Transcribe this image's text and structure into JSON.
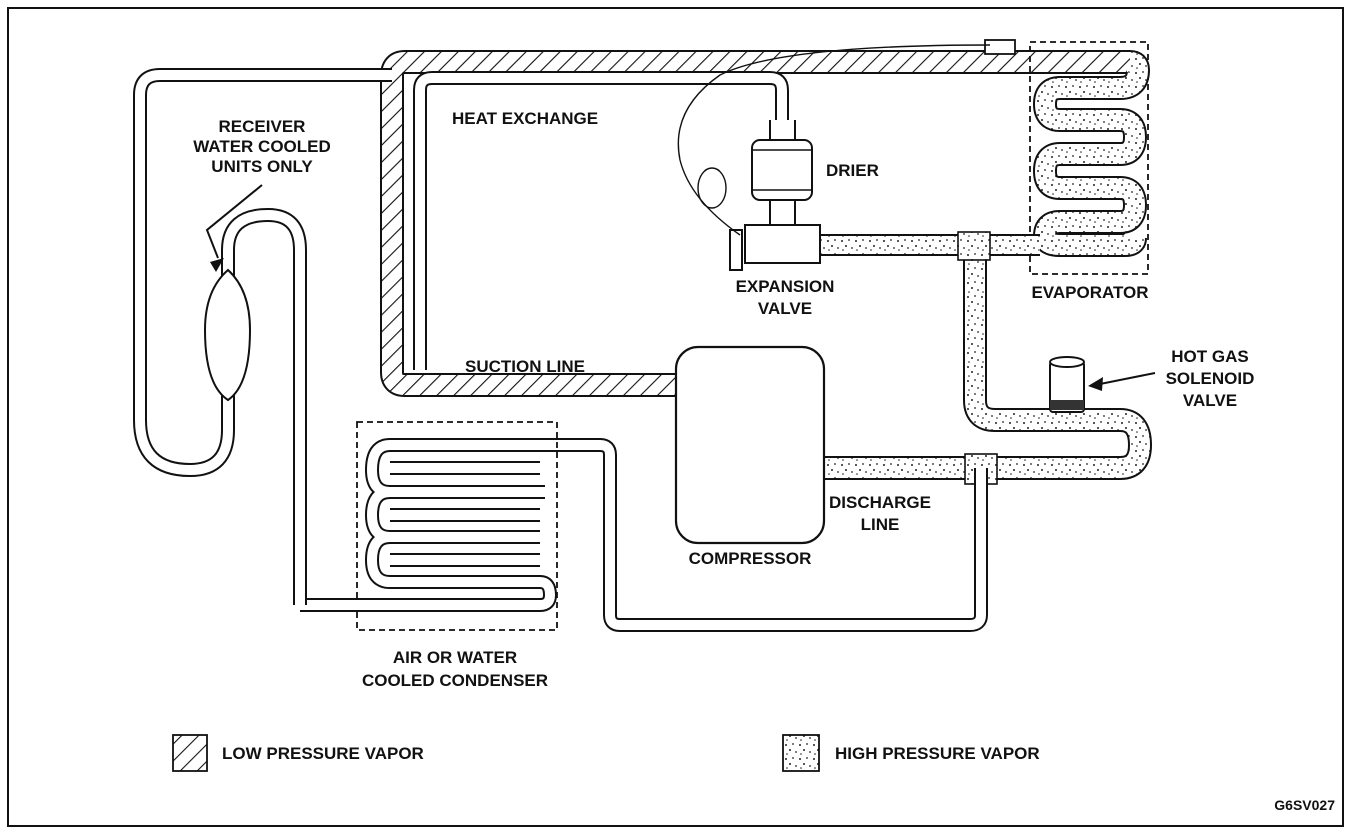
{
  "labels": {
    "receiver": [
      "RECEIVER",
      "WATER COOLED",
      "UNITS ONLY"
    ],
    "heat_exchange": "HEAT EXCHANGE",
    "drier": "DRIER",
    "expansion_valve": [
      "EXPANSION",
      "VALVE"
    ],
    "evaporator": "EVAPORATOR",
    "hot_gas_solenoid_valve": [
      "HOT GAS",
      "SOLENOID",
      "VALVE"
    ],
    "suction_line": "SUCTION LINE",
    "discharge_line": [
      "DISCHARGE",
      "LINE"
    ],
    "compressor": "COMPRESSOR",
    "condenser": [
      "AIR OR WATER",
      "COOLED CONDENSER"
    ],
    "figure_code": "G6SV027"
  },
  "legend": [
    {
      "label": "LOW PRESSURE VAPOR",
      "pattern": "hatch"
    },
    {
      "label": "HIGH PRESSURE VAPOR",
      "pattern": "stipple"
    }
  ]
}
